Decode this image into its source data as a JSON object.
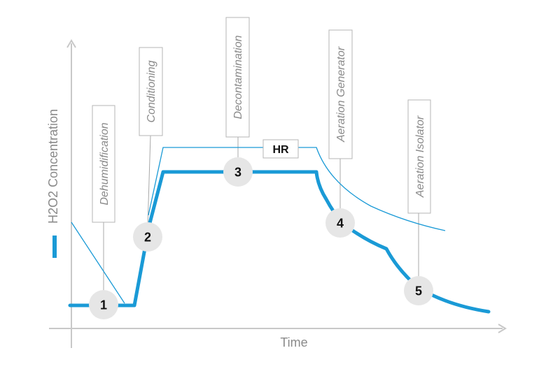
{
  "axes": {
    "y_label": "H2O2 Concentration",
    "x_label": "Time"
  },
  "phases": [
    {
      "label": "Dehumidification"
    },
    {
      "label": "Conditioning"
    },
    {
      "label": "Decontamination"
    },
    {
      "label": "Aeration Generator"
    },
    {
      "label": "Aeration Isolator"
    }
  ],
  "markers": [
    "1",
    "2",
    "3",
    "4",
    "5"
  ],
  "hr_label": "HR",
  "colors": {
    "concentration_line": "#1a9ad6",
    "hr_line": "#1a9ad6",
    "axis": "#c8c8c8",
    "callout_border": "#b5b5b5",
    "marker_fill": "#e6e6e6"
  }
}
